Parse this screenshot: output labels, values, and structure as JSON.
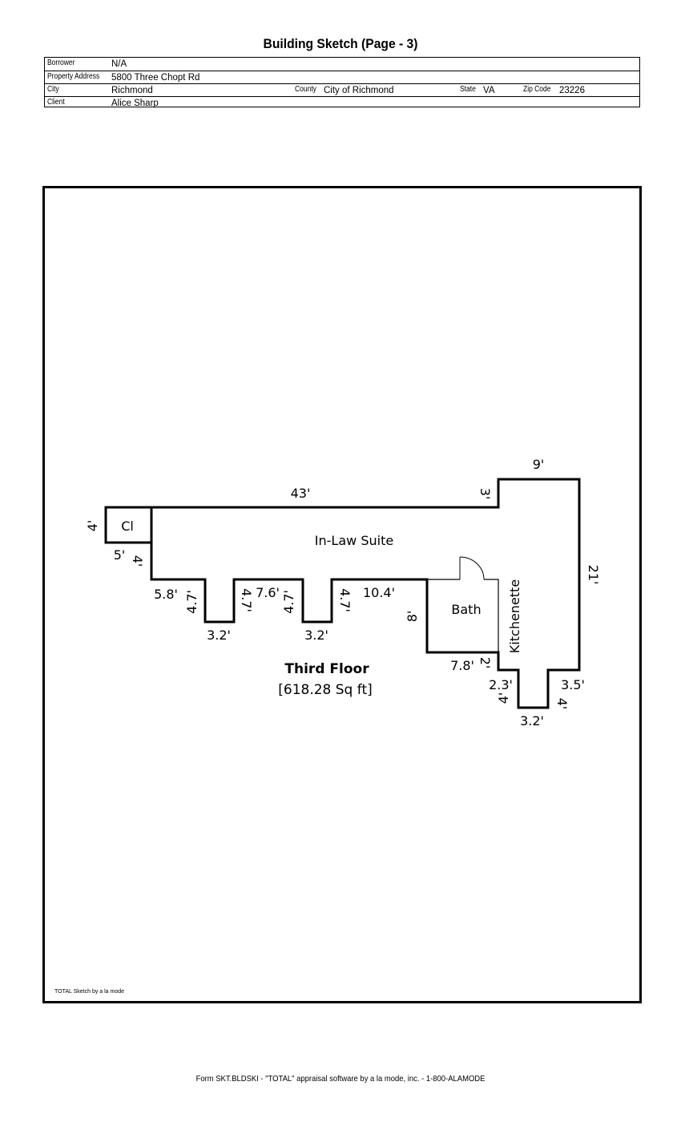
{
  "header": {
    "title": "Building Sketch (Page - 3)"
  },
  "info": {
    "borrower_label": "Borrower",
    "borrower": "N/A",
    "address_label": "Property Address",
    "address": "5800 Three Chopt Rd",
    "city_label": "City",
    "city": "Richmond",
    "county_label": "County",
    "county": "City of Richmond",
    "state_label": "State",
    "state": "VA",
    "zip_label": "Zip Code",
    "zip": "23226",
    "client_label": "Client",
    "client": "Alice Sharp"
  },
  "sketch": {
    "rooms": {
      "closet": "Cl",
      "suite": "In-Law Suite",
      "bath": "Bath",
      "kitchenette": "Kitchenette"
    },
    "floor_name": "Third Floor",
    "area": "[618.28 Sq ft]",
    "dimensions": {
      "top": "43'",
      "notch_3": "3'",
      "top_right": "9'",
      "right": "21'",
      "cl_left": "4'",
      "cl_bottom": "5'",
      "cl_inner": "4'",
      "d58": "5.8'",
      "d47a": "4.7'",
      "d32a": "3.2'",
      "d47b": "4.7'",
      "d76": "7.6'",
      "d47c": "4.7'",
      "d32b": "3.2'",
      "d47d": "4.7'",
      "d104": "10.4'",
      "d8": "8'",
      "d78": "7.8'",
      "d2": "2'",
      "d23": "2.3'",
      "d4a": "4'",
      "d35": "3.5'",
      "d4b": "4'",
      "d32c": "3.2'"
    },
    "credit": "TOTAL Sketch by a la mode"
  },
  "footer": {
    "text": "Form SKT.BLDSKI - \"TOTAL\" appraisal software by a la mode, inc. - 1-800-ALAMODE"
  }
}
